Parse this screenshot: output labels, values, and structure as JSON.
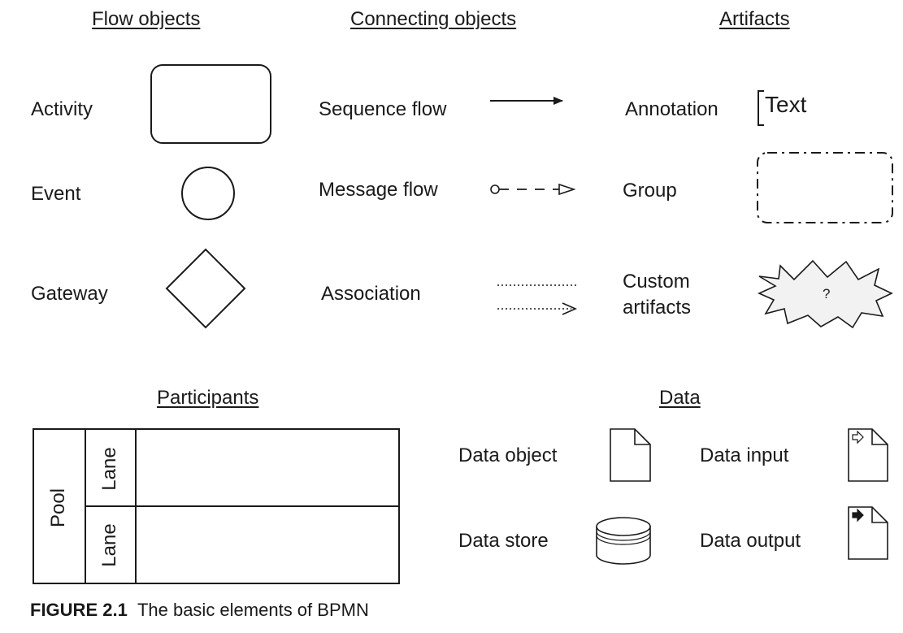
{
  "headings": {
    "flow_objects": "Flow objects",
    "connecting_objects": "Connecting objects",
    "artifacts": "Artifacts",
    "participants": "Participants",
    "data": "Data"
  },
  "flow_objects": {
    "activity": "Activity",
    "event": "Event",
    "gateway": "Gateway"
  },
  "connecting_objects": {
    "sequence_flow": "Sequence flow",
    "message_flow": "Message flow",
    "association": "Association"
  },
  "artifacts": {
    "annotation": "Annotation",
    "annotation_text": "Text",
    "group": "Group",
    "custom_line1": "Custom",
    "custom_line2": "artifacts",
    "custom_mark": "?"
  },
  "participants": {
    "pool": "Pool",
    "lane_top": "Lane",
    "lane_bottom": "Lane"
  },
  "data": {
    "data_object": "Data object",
    "data_input": "Data input",
    "data_store": "Data store",
    "data_output": "Data output"
  },
  "caption": {
    "number": "FIGURE 2.1",
    "text": "The basic elements of BPMN"
  },
  "colors": {
    "stroke": "#1a1a1a",
    "custom_fill": "#f2f2f2"
  }
}
